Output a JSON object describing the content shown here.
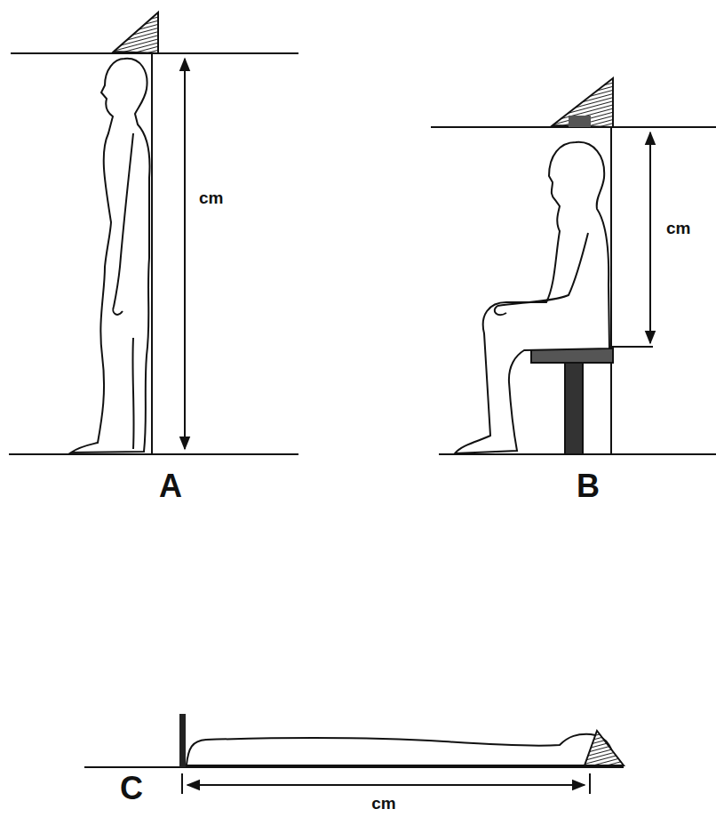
{
  "diagram": {
    "labels": [
      "cm",
      "cm",
      "A",
      "B",
      "C",
      "cm"
    ]
  }
}
